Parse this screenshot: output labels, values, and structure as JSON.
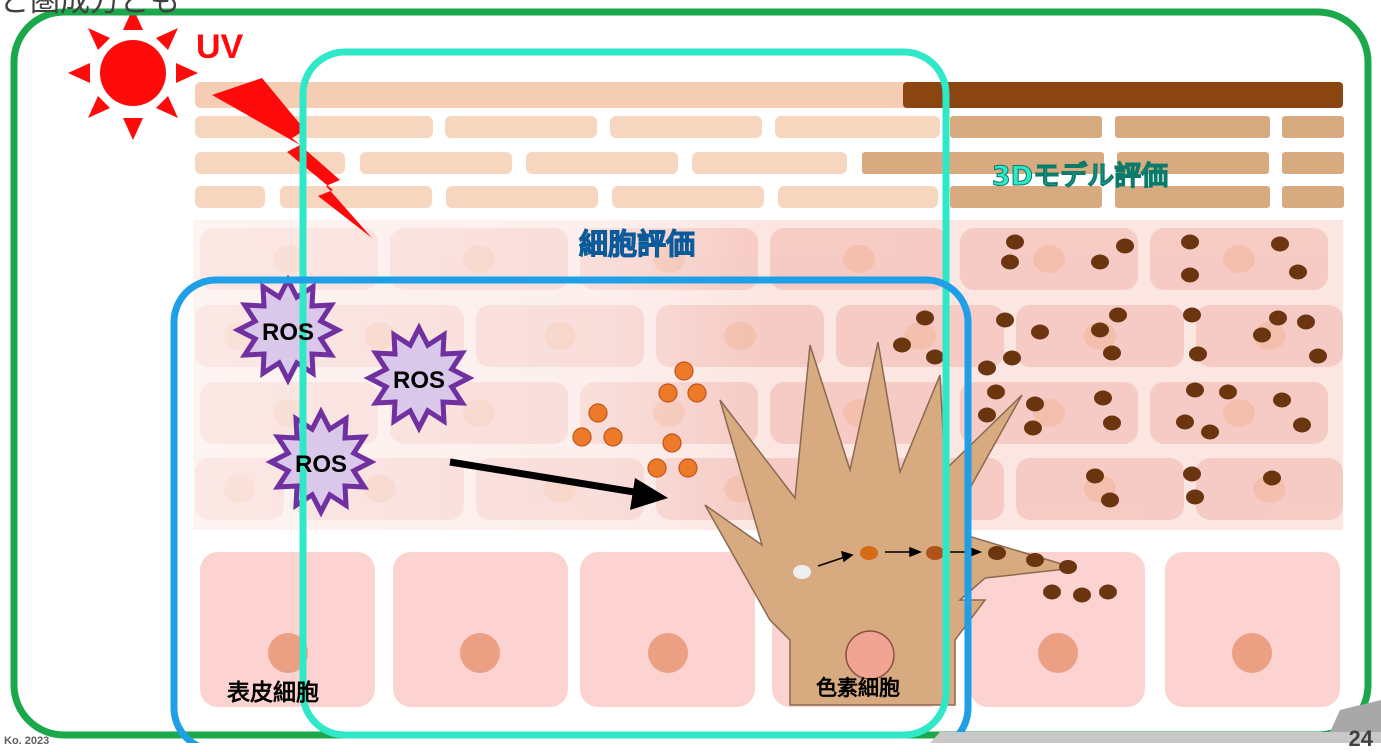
{
  "slide": {
    "title_fragment": "ど圏成方ども",
    "page_number": "24",
    "footer_text": "Ko. 2023"
  },
  "diagram": {
    "uv_label": "UV",
    "ros_labels": [
      "ROS",
      "ROS",
      "ROS"
    ],
    "cell_eval_label": "細胞評価",
    "model_3d_label": "3Dモデル評価",
    "epidermal_cell_label": "表皮細胞",
    "melanocyte_label": "色素細胞"
  },
  "colors": {
    "outer_frame": "#1aa84a",
    "cell_eval_frame": "#2ee8c8",
    "model_frame": "#1e9fe6",
    "uv_red": "#ff0a0a",
    "ros_purple": "#7030a0",
    "ros_fill": "#d9c8ea",
    "melanocyte": "#d8aa80",
    "melanin_dark": "#6b3510",
    "melanin_orange": "#ec7a28",
    "stratum_corneum": "#d8aa80",
    "cell_pink": "#fcd3d0"
  }
}
